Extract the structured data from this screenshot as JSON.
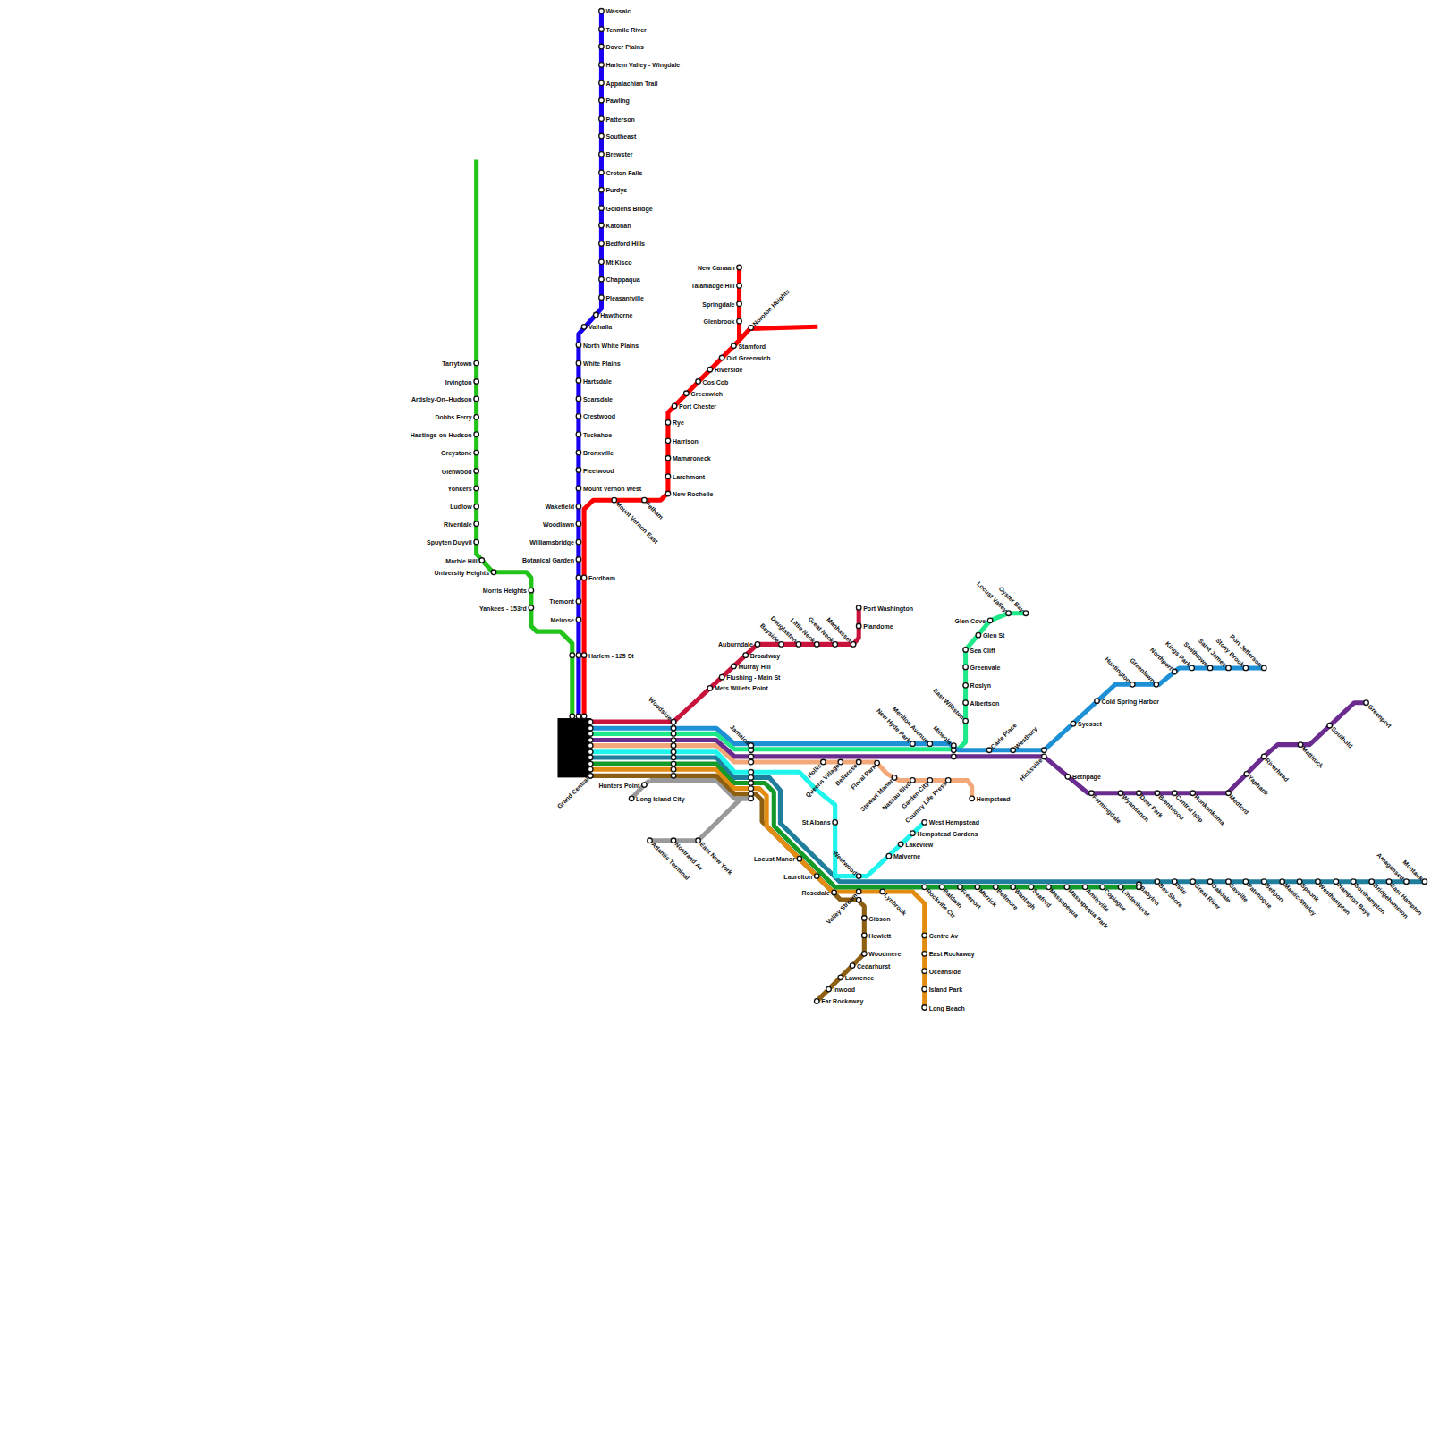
{
  "diagram": {
    "labels": [
      "Tarrytown",
      "Irvington",
      "Ardsley-On–Hudson",
      "Dobbs Ferry",
      "Hastings-on-Hudson",
      "Greystone",
      "Glenwood",
      "Yonkers",
      "Ludlow",
      "Riverdale",
      "Spuyten Duyvil",
      "Marble Hill",
      "University Heights",
      "Morris Heights",
      "Yankees - 153rd",
      "Wassaic",
      "Tenmile River",
      "Dover Plains",
      "Harlem Valley - Wingdale",
      "Appalachian Trail",
      "Pawling",
      "Patterson",
      "Southeast",
      "Brewster",
      "Croton Falls",
      "Purdys",
      "Goldens Bridge",
      "Katonah",
      "Bedford Hills",
      "Mt Kisco",
      "Chappaqua",
      "Pleasantville",
      "Hawthorne",
      "Valhalla",
      "North White Plains",
      "White Plains",
      "Hartsdale",
      "Scarsdale",
      "Crestwood",
      "Tuckahoe",
      "Bronxville",
      "Fleetwood",
      "Mount Vernon West",
      "Wakefield",
      "Woodlawn",
      "Williamsbridge",
      "Botanical Garden",
      "Fordham",
      "Tremont",
      "Melrose",
      "Harlem - 125 St",
      "Mount Vernon East",
      "Pelham",
      "New Rochelle",
      "Larchmont",
      "Mamaroneck",
      "Harrison",
      "Rye",
      "Port Chester",
      "Greenwich",
      "Cos Cob",
      "Riverside",
      "Old Greenwich",
      "Stamford",
      "Noroton Heights",
      "Glenbrook",
      "Springdale",
      "Talamadge Hill",
      "New Canaan",
      "Woodside",
      "Mets Willets Point",
      "Flushing - Main St",
      "Murray Hill",
      "Broadway",
      "Auburndale",
      "Bayside",
      "Douglaston",
      "Little Neck",
      "Great Neck",
      "Manhasset",
      "Plandome",
      "Port Washington",
      "Grand Central",
      "Hunters Point",
      "Long Island City",
      "Atlantic Terminal",
      "Nostrand Av",
      "East New York",
      "Jamaica",
      "New Hyde Park",
      "Merillon Avenue",
      "Mineola",
      "Carle Place",
      "Westbury",
      "Hicksville",
      "Syosset",
      "Cold Spring Harbor",
      "Huntington",
      "Greenlawn",
      "Northport",
      "Kings Park",
      "Smithtown",
      "Saint James",
      "Stony Brook",
      "Port Jefferson",
      "East Williston",
      "Albertson",
      "Roslyn",
      "Greenvale",
      "Sea Cliff",
      "Glen St",
      "Glen Cove",
      "Locust Valley",
      "Oyster Bay",
      "Bethpage",
      "Farmingdale",
      "Wyandanch",
      "Deer Park",
      "Brentwood",
      "Central Islip",
      "Ronkonkoma",
      "Medford",
      "Yaphank",
      "Riverhead",
      "Mattituck",
      "Southold",
      "Greenport",
      "Hollis",
      "Queens Village",
      "Bellerose",
      "Floral Park",
      "Stewart Manor",
      "Nassau Blvd",
      "Garden City",
      "Country Life Press",
      "Hempstead",
      "St Albans",
      "Westwood",
      "Malverne",
      "Lakeview",
      "Hempstead Gardens",
      "West Hempstead",
      "Locust Manor",
      "Laurelton",
      "Rosedale",
      "Valley Stream",
      "Lynbrook",
      "Rockville Ctr",
      "Baldwin",
      "Freeport",
      "Merrick",
      "Bellmore",
      "Wantagh",
      "Seaford",
      "Massapequa",
      "Massapequa Park",
      "Amityville",
      "Copiague",
      "Lindenhurst",
      "Babylon",
      "Bay Shore",
      "Islip",
      "Great River",
      "Oakdale",
      "Sayville",
      "Patchogue",
      "Bellport",
      "Mastic-Shirley",
      "Speonk",
      "Westhampton",
      "Hampton Bays",
      "Southampton",
      "Bridgehampton",
      "East Hampton",
      "Amagansett",
      "Montauk",
      "Centre Av",
      "East Rockaway",
      "Oceanside",
      "Island Park",
      "Long Beach",
      "Gibson",
      "Hewlett",
      "Woodmere",
      "Cedarhurst",
      "Lawrence",
      "Inwood",
      "Far Rockaway"
    ]
  }
}
